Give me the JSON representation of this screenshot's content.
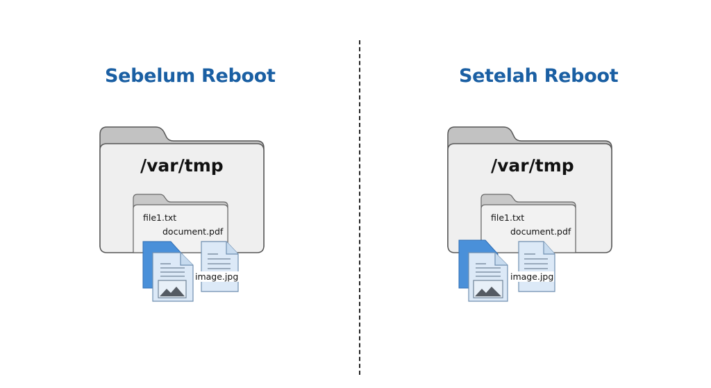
{
  "colors": {
    "title": "#1a5fa3",
    "folder_back": "#c2c2c2",
    "folder_front": "#efefef",
    "folder_stroke": "#555555",
    "doc_blue": "#4a90d9",
    "doc_light": "#dce9f7",
    "divider": "#222222"
  },
  "panels": [
    {
      "title": "Sebelum Reboot",
      "folder": {
        "icon": "folder-icon",
        "label": "/var/tmp",
        "subfolder": {
          "icon": "folder-icon",
          "files": [
            "file1.txt",
            "document.pdf"
          ]
        }
      },
      "documents": [
        {
          "icon": "image-document-icon",
          "label": ""
        },
        {
          "icon": "text-document-icon",
          "label": "image.jpg"
        }
      ]
    },
    {
      "title": "Setelah Reboot",
      "folder": {
        "icon": "folder-icon",
        "label": "/var/tmp",
        "subfolder": {
          "icon": "folder-icon",
          "files": [
            "file1.txt",
            "document.pdf"
          ]
        }
      },
      "documents": [
        {
          "icon": "image-document-icon",
          "label": ""
        },
        {
          "icon": "text-document-icon",
          "label": "image.jpg"
        }
      ]
    }
  ]
}
